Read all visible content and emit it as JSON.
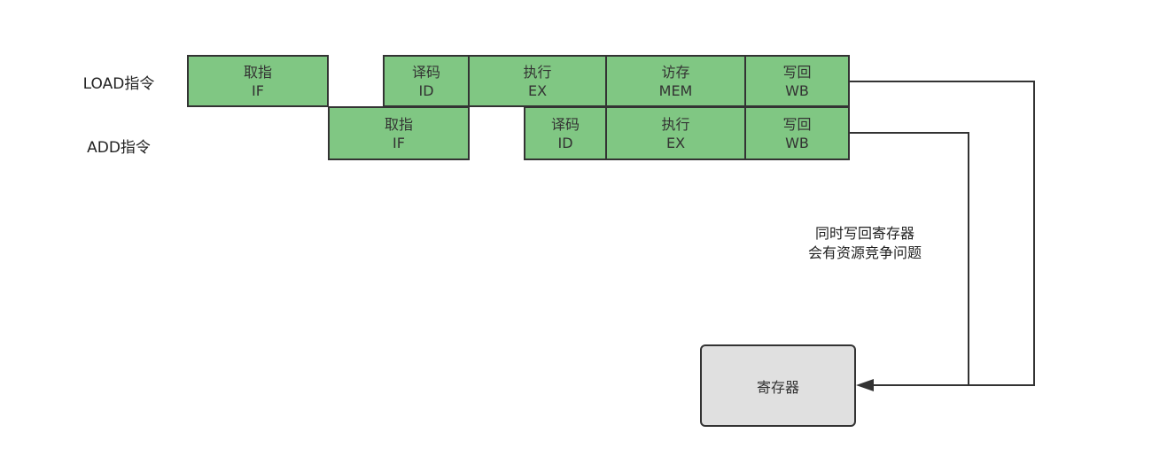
{
  "rows": {
    "load": {
      "label": "LOAD指令",
      "stages": {
        "if": {
          "line1": "取指",
          "line2": "IF"
        },
        "id": {
          "line1": "译码",
          "line2": "ID"
        },
        "ex": {
          "line1": "执行",
          "line2": "EX"
        },
        "mem": {
          "line1": "访存",
          "line2": "MEM"
        },
        "wb": {
          "line1": "写回",
          "line2": "WB"
        }
      }
    },
    "add": {
      "label": "ADD指令",
      "stages": {
        "if": {
          "line1": "取指",
          "line2": "IF"
        },
        "id": {
          "line1": "译码",
          "line2": "ID"
        },
        "ex": {
          "line1": "执行",
          "line2": "EX"
        },
        "wb": {
          "line1": "写回",
          "line2": "WB"
        }
      }
    }
  },
  "note": {
    "line1": "同时写回寄存器",
    "line2": "会有资源竞争问题"
  },
  "register": {
    "label": "寄存器"
  },
  "colors": {
    "stage_fill": "#80c783",
    "register_fill": "#e0e0e0",
    "stroke": "#333333"
  }
}
